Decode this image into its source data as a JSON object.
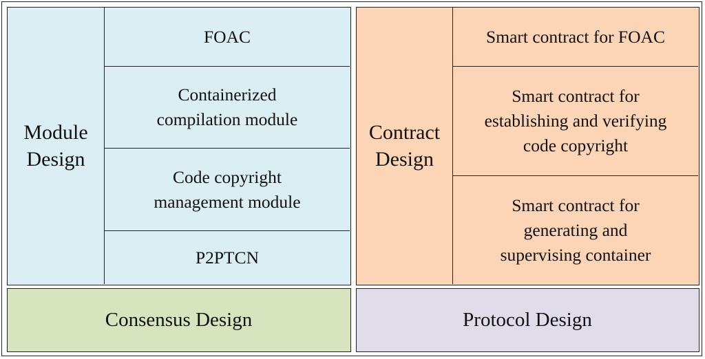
{
  "colors": {
    "module_bg": "#daeef3",
    "contract_bg": "#fbd5b5",
    "consensus_bg": "#d7e4bd",
    "protocol_bg": "#e0dcea",
    "border": "#222222"
  },
  "module_design": {
    "title": "Module\nDesign",
    "items": [
      "FOAC",
      "Containerized\ncompilation module",
      "Code copyright\nmanagement module",
      "P2PTCN"
    ]
  },
  "contract_design": {
    "title": "Contract\nDesign",
    "items": [
      "Smart contract for FOAC",
      "Smart contract for\nestablishing and verifying\ncode copyright",
      "Smart contract for\ngenerating and\nsupervising container"
    ]
  },
  "consensus_design": {
    "label": "Consensus Design"
  },
  "protocol_design": {
    "label": "Protocol Design"
  }
}
